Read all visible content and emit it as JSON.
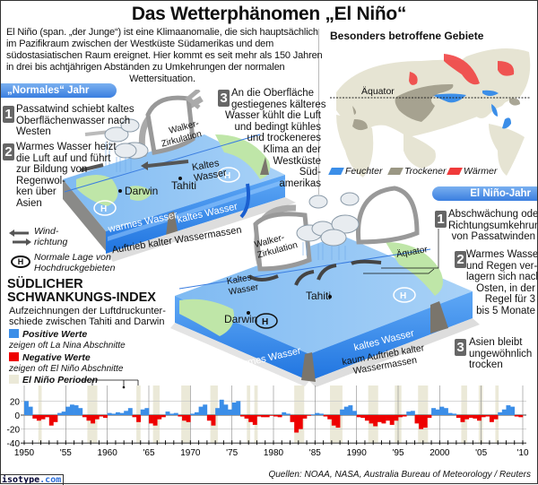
{
  "title": "Das Wetterphänomen „El Niño“",
  "intro": {
    "lines": [
      "El Niño (span. „der Junge“) ist eine Klimaanomalie, die sich hauptsächlich",
      "im Pazifikraum zwischen der Westküste Südamerikas und dem",
      "südostasiatischen Raum ereignet. Hier kommt es seit mehr als 150 Jahren",
      "in drei bis achtjährigen Abständen zu Umkehrungen der normalen",
      "Wettersituation."
    ]
  },
  "normal_year": {
    "heading": "„Normales“ Jahr",
    "steps": [
      {
        "num": "1",
        "lines": [
          "Passatwind schiebt kaltes",
          "Oberflächenwasser nach",
          "Westen"
        ]
      },
      {
        "num": "2",
        "lines": [
          "Warmes Wasser heizt",
          "die Luft auf und führt",
          "zur Bildung von",
          "Regenwol-",
          "ken über",
          "Asien"
        ]
      },
      {
        "num": "3",
        "lines": [
          "An die Oberfläche",
          "gestiegenes kälteres",
          "Wasser kühlt die Luft",
          "und bedingt kühles",
          "und trockeneres",
          "Klima an der",
          "Westküste",
          "Süd-",
          "amerikas"
        ]
      }
    ],
    "labels": {
      "walker": [
        "Walker-",
        "Zirkulation"
      ],
      "cold_water": [
        "Kaltes",
        "Wasser"
      ],
      "darwin": "Darwin",
      "tahiti": "Tahiti",
      "warm_water": "warmes Wasser",
      "cold_water_front": "kaltes Wasser",
      "upwelling": "Auftrieb kalter Wassermassen"
    },
    "legend": {
      "wind": [
        "Wind-",
        "richtung"
      ],
      "high_pressure": [
        "Normale Lage von",
        "Hochdruckgebieten"
      ],
      "high_symbol": "H"
    }
  },
  "map": {
    "title": "Besonders betroffene Gebiete",
    "equator": "Äquator",
    "legend": [
      {
        "label": "Feuchter",
        "color": "#3b8ee8"
      },
      {
        "label": "Trockener",
        "color": "#9a9784"
      },
      {
        "label": "Wärmer",
        "color": "#f03a3a"
      }
    ]
  },
  "nino_year": {
    "heading": "El Niño-Jahr",
    "steps": [
      {
        "num": "1",
        "lines": [
          "Abschwächung oder",
          "Richtungsumkehrung",
          "von Passatwinden"
        ]
      },
      {
        "num": "2",
        "lines": [
          "Warmes Wasser",
          "und Regen ver-",
          "lagern sich nach",
          "Osten, in der",
          "Regel für 3",
          "bis 5 Monate"
        ]
      },
      {
        "num": "3",
        "lines": [
          "Asien bleibt",
          "ungewöhnlich",
          "trocken"
        ]
      }
    ],
    "labels": {
      "walker": [
        "Walker-",
        "Zirkulation"
      ],
      "equator": "Äquator",
      "cold_water": [
        "Kaltes",
        "Wasser"
      ],
      "tahiti": "Tahiti",
      "darwin": "Darwin",
      "warm_water": "warmes Wasser",
      "cold_water_front": "kaltes Wasser",
      "upwelling": [
        "kaum Auftrieb kalter",
        "Wassermassen"
      ]
    }
  },
  "soi": {
    "title": [
      "SÜDLICHER",
      "SCHWANKUNGS-INDEX"
    ],
    "subtitle": [
      "Aufzeichnungen der Luftdruckunter-",
      "schiede zwischen Tahiti and Darwin"
    ],
    "legend": [
      {
        "label": "Positive Werte",
        "desc": "zeigen oft La Nina Abschnitte",
        "color": "#3b8ee8"
      },
      {
        "label": "Negative Werte",
        "desc": "zeigen oft El Niño Abschnitte",
        "color": "#ee0000"
      },
      {
        "label": "El Niño Perioden",
        "color": "#ebe9d8"
      }
    ]
  },
  "chart_data": {
    "type": "bar",
    "title": "Südlicher Schwankungs-Index",
    "xlabel": "",
    "ylabel": "",
    "ylim": [
      -40,
      30
    ],
    "yticks": [
      20,
      0,
      -20,
      -40
    ],
    "xlim": [
      1950,
      2010
    ],
    "xtick_labels": [
      {
        "year": 1950,
        "label": "1950"
      },
      {
        "year": 1955,
        "label": "'55"
      },
      {
        "year": 1960,
        "label": "1960"
      },
      {
        "year": 1965,
        "label": "'65"
      },
      {
        "year": 1970,
        "label": "1970"
      },
      {
        "year": 1975,
        "label": "'75"
      },
      {
        "year": 1980,
        "label": "1980"
      },
      {
        "year": 1985,
        "label": "'85"
      },
      {
        "year": 1990,
        "label": "1990"
      },
      {
        "year": 1995,
        "label": "'95"
      },
      {
        "year": 2000,
        "label": "2000"
      },
      {
        "year": 2005,
        "label": "'05"
      },
      {
        "year": 2010,
        "label": "'10"
      }
    ],
    "x": [
      1950,
      1950.5,
      1951,
      1951.5,
      1952,
      1952.5,
      1953,
      1953.5,
      1954,
      1954.5,
      1955,
      1955.5,
      1956,
      1956.5,
      1957,
      1957.5,
      1958,
      1958.5,
      1959,
      1959.5,
      1960,
      1960.5,
      1961,
      1961.5,
      1962,
      1962.5,
      1963,
      1963.5,
      1964,
      1964.5,
      1965,
      1965.5,
      1966,
      1966.5,
      1967,
      1967.5,
      1968,
      1968.5,
      1969,
      1969.5,
      1970,
      1970.5,
      1971,
      1971.5,
      1972,
      1972.5,
      1973,
      1973.5,
      1974,
      1974.5,
      1975,
      1975.5,
      1976,
      1976.5,
      1977,
      1977.5,
      1978,
      1978.5,
      1979,
      1979.5,
      1980,
      1980.5,
      1981,
      1981.5,
      1982,
      1982.5,
      1983,
      1983.5,
      1984,
      1984.5,
      1985,
      1985.5,
      1986,
      1986.5,
      1987,
      1987.5,
      1988,
      1988.5,
      1989,
      1989.5,
      1990,
      1990.5,
      1991,
      1991.5,
      1992,
      1992.5,
      1993,
      1993.5,
      1994,
      1994.5,
      1995,
      1995.5,
      1996,
      1996.5,
      1997,
      1997.5,
      1998,
      1998.5,
      1999,
      1999.5,
      2000,
      2000.5,
      2001,
      2001.5,
      2002,
      2002.5,
      2003,
      2003.5,
      2004,
      2004.5,
      2005,
      2005.5,
      2006,
      2006.5,
      2007,
      2007.5,
      2008,
      2008.5,
      2009,
      2009.5
    ],
    "values": [
      20,
      12,
      -5,
      -8,
      -6,
      -3,
      -15,
      -10,
      3,
      5,
      12,
      15,
      14,
      10,
      -3,
      -8,
      -12,
      -6,
      -2,
      -4,
      3,
      2,
      4,
      3,
      6,
      10,
      -3,
      -10,
      8,
      10,
      -12,
      -15,
      -6,
      -3,
      5,
      2,
      3,
      -2,
      -8,
      -10,
      2,
      4,
      12,
      15,
      -8,
      -15,
      10,
      22,
      15,
      8,
      18,
      20,
      -2,
      -5,
      -10,
      -14,
      -2,
      -3,
      -3,
      -1,
      -2,
      -3,
      4,
      2,
      -10,
      -25,
      -20,
      -5,
      -1,
      1,
      3,
      2,
      -2,
      -6,
      -15,
      -18,
      8,
      12,
      14,
      6,
      -3,
      -4,
      -8,
      -12,
      -16,
      -10,
      -12,
      -8,
      -14,
      -8,
      -3,
      -2,
      5,
      6,
      -12,
      -20,
      -18,
      -4,
      10,
      8,
      12,
      10,
      3,
      2,
      -4,
      -10,
      -6,
      -4,
      -5,
      -8,
      -3,
      -2,
      -10,
      -6,
      4,
      8,
      14,
      12,
      -2,
      -3
    ],
    "el_nino_periods": [
      [
        1951.7,
        1952.1
      ],
      [
        1957.6,
        1958.8
      ],
      [
        1963.5,
        1964.0
      ],
      [
        1965.5,
        1966.3
      ],
      [
        1968.9,
        1970.0
      ],
      [
        1972.4,
        1973.3
      ],
      [
        1976.8,
        1977.2
      ],
      [
        1977.7,
        1978.1
      ],
      [
        1982.5,
        1983.7
      ],
      [
        1986.8,
        1988.3
      ],
      [
        1991.4,
        1992.6
      ],
      [
        1994.6,
        1995.4
      ],
      [
        1997.4,
        1998.6
      ],
      [
        2002.6,
        2003.3
      ],
      [
        2004.7,
        2005.2
      ],
      [
        2006.7,
        2007.1
      ]
    ]
  },
  "footer": {
    "sources": "Quellen: NOAA, NASA, Australia Bureau of Meteorology / Reuters",
    "logo_main": "isotype",
    "logo_tld": ".com"
  }
}
